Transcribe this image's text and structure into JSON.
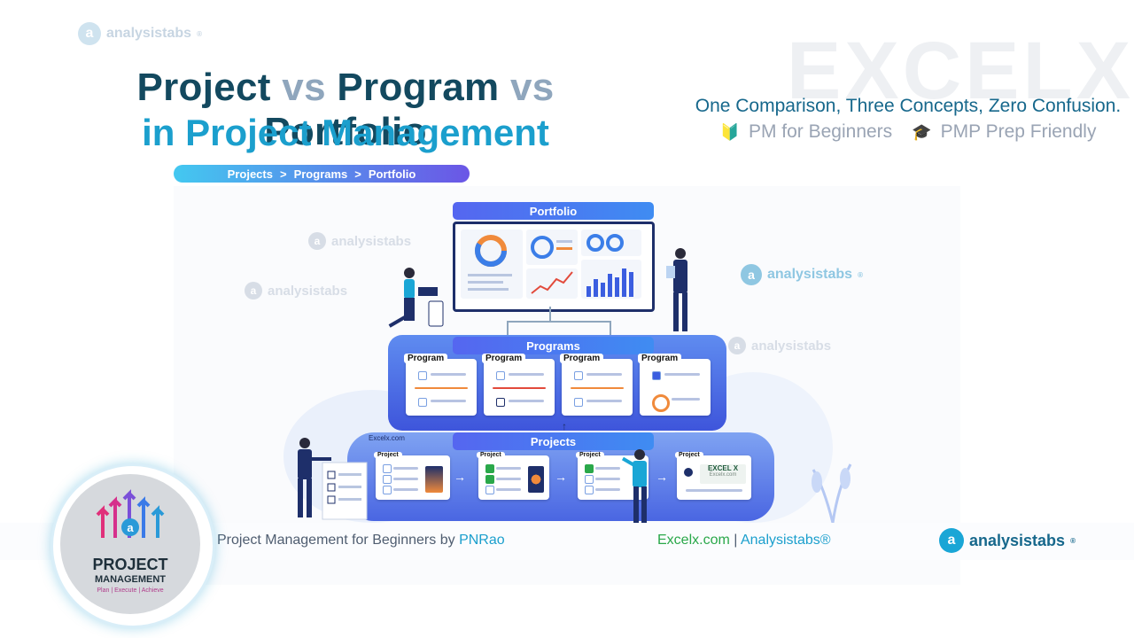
{
  "brand": {
    "name": "analysistabs",
    "reg": "®",
    "mark": "a"
  },
  "watermark": {
    "text": "EXCELX"
  },
  "title": {
    "line1_a": "Project",
    "vs1": "vs",
    "line1_b": "Program",
    "vs2": "vs",
    "line1_c": "Portfolio",
    "line2": "in Project Management"
  },
  "tagline": "One Comparison, Three Concepts, Zero Confusion.",
  "badges": [
    {
      "icon": "beginner-leaf-icon",
      "glyph": "🔰",
      "text": "PM for Beginners"
    },
    {
      "icon": "graduation-cap-icon",
      "glyph": "🎓",
      "text": "PMP Prep Friendly"
    }
  ],
  "breadcrumb": {
    "items": [
      "Projects",
      "Programs",
      "Portfolio"
    ],
    "sep": ">"
  },
  "diagram": {
    "portfolio_label": "Portfolio",
    "programs_label": "Programs",
    "projects_label": "Projects",
    "program_card_label": "Program",
    "project_card_label": "Project",
    "site_label": "Excelx.com",
    "excel_card": {
      "title": "EXCEL X",
      "sub": "Excelx.com"
    },
    "watermark_text": "analysistabs"
  },
  "footer": {
    "left_text": "Project Management for Beginners",
    "by": "by",
    "author": "PNRao",
    "site1": "Excelx.com",
    "pipe": "|",
    "site2": "Analysistabs®",
    "brand": "analysistabs"
  },
  "logo": {
    "line1": "PROJECT",
    "line2": "MANAGEMENT",
    "w1": "Plan",
    "w2": "Execute",
    "w3": "Achieve",
    "sep": "|"
  },
  "colors": {
    "navy": "#13495f",
    "accent": "#1b9fcd",
    "grey": "#8fa6bd",
    "green": "#2aa84a"
  }
}
